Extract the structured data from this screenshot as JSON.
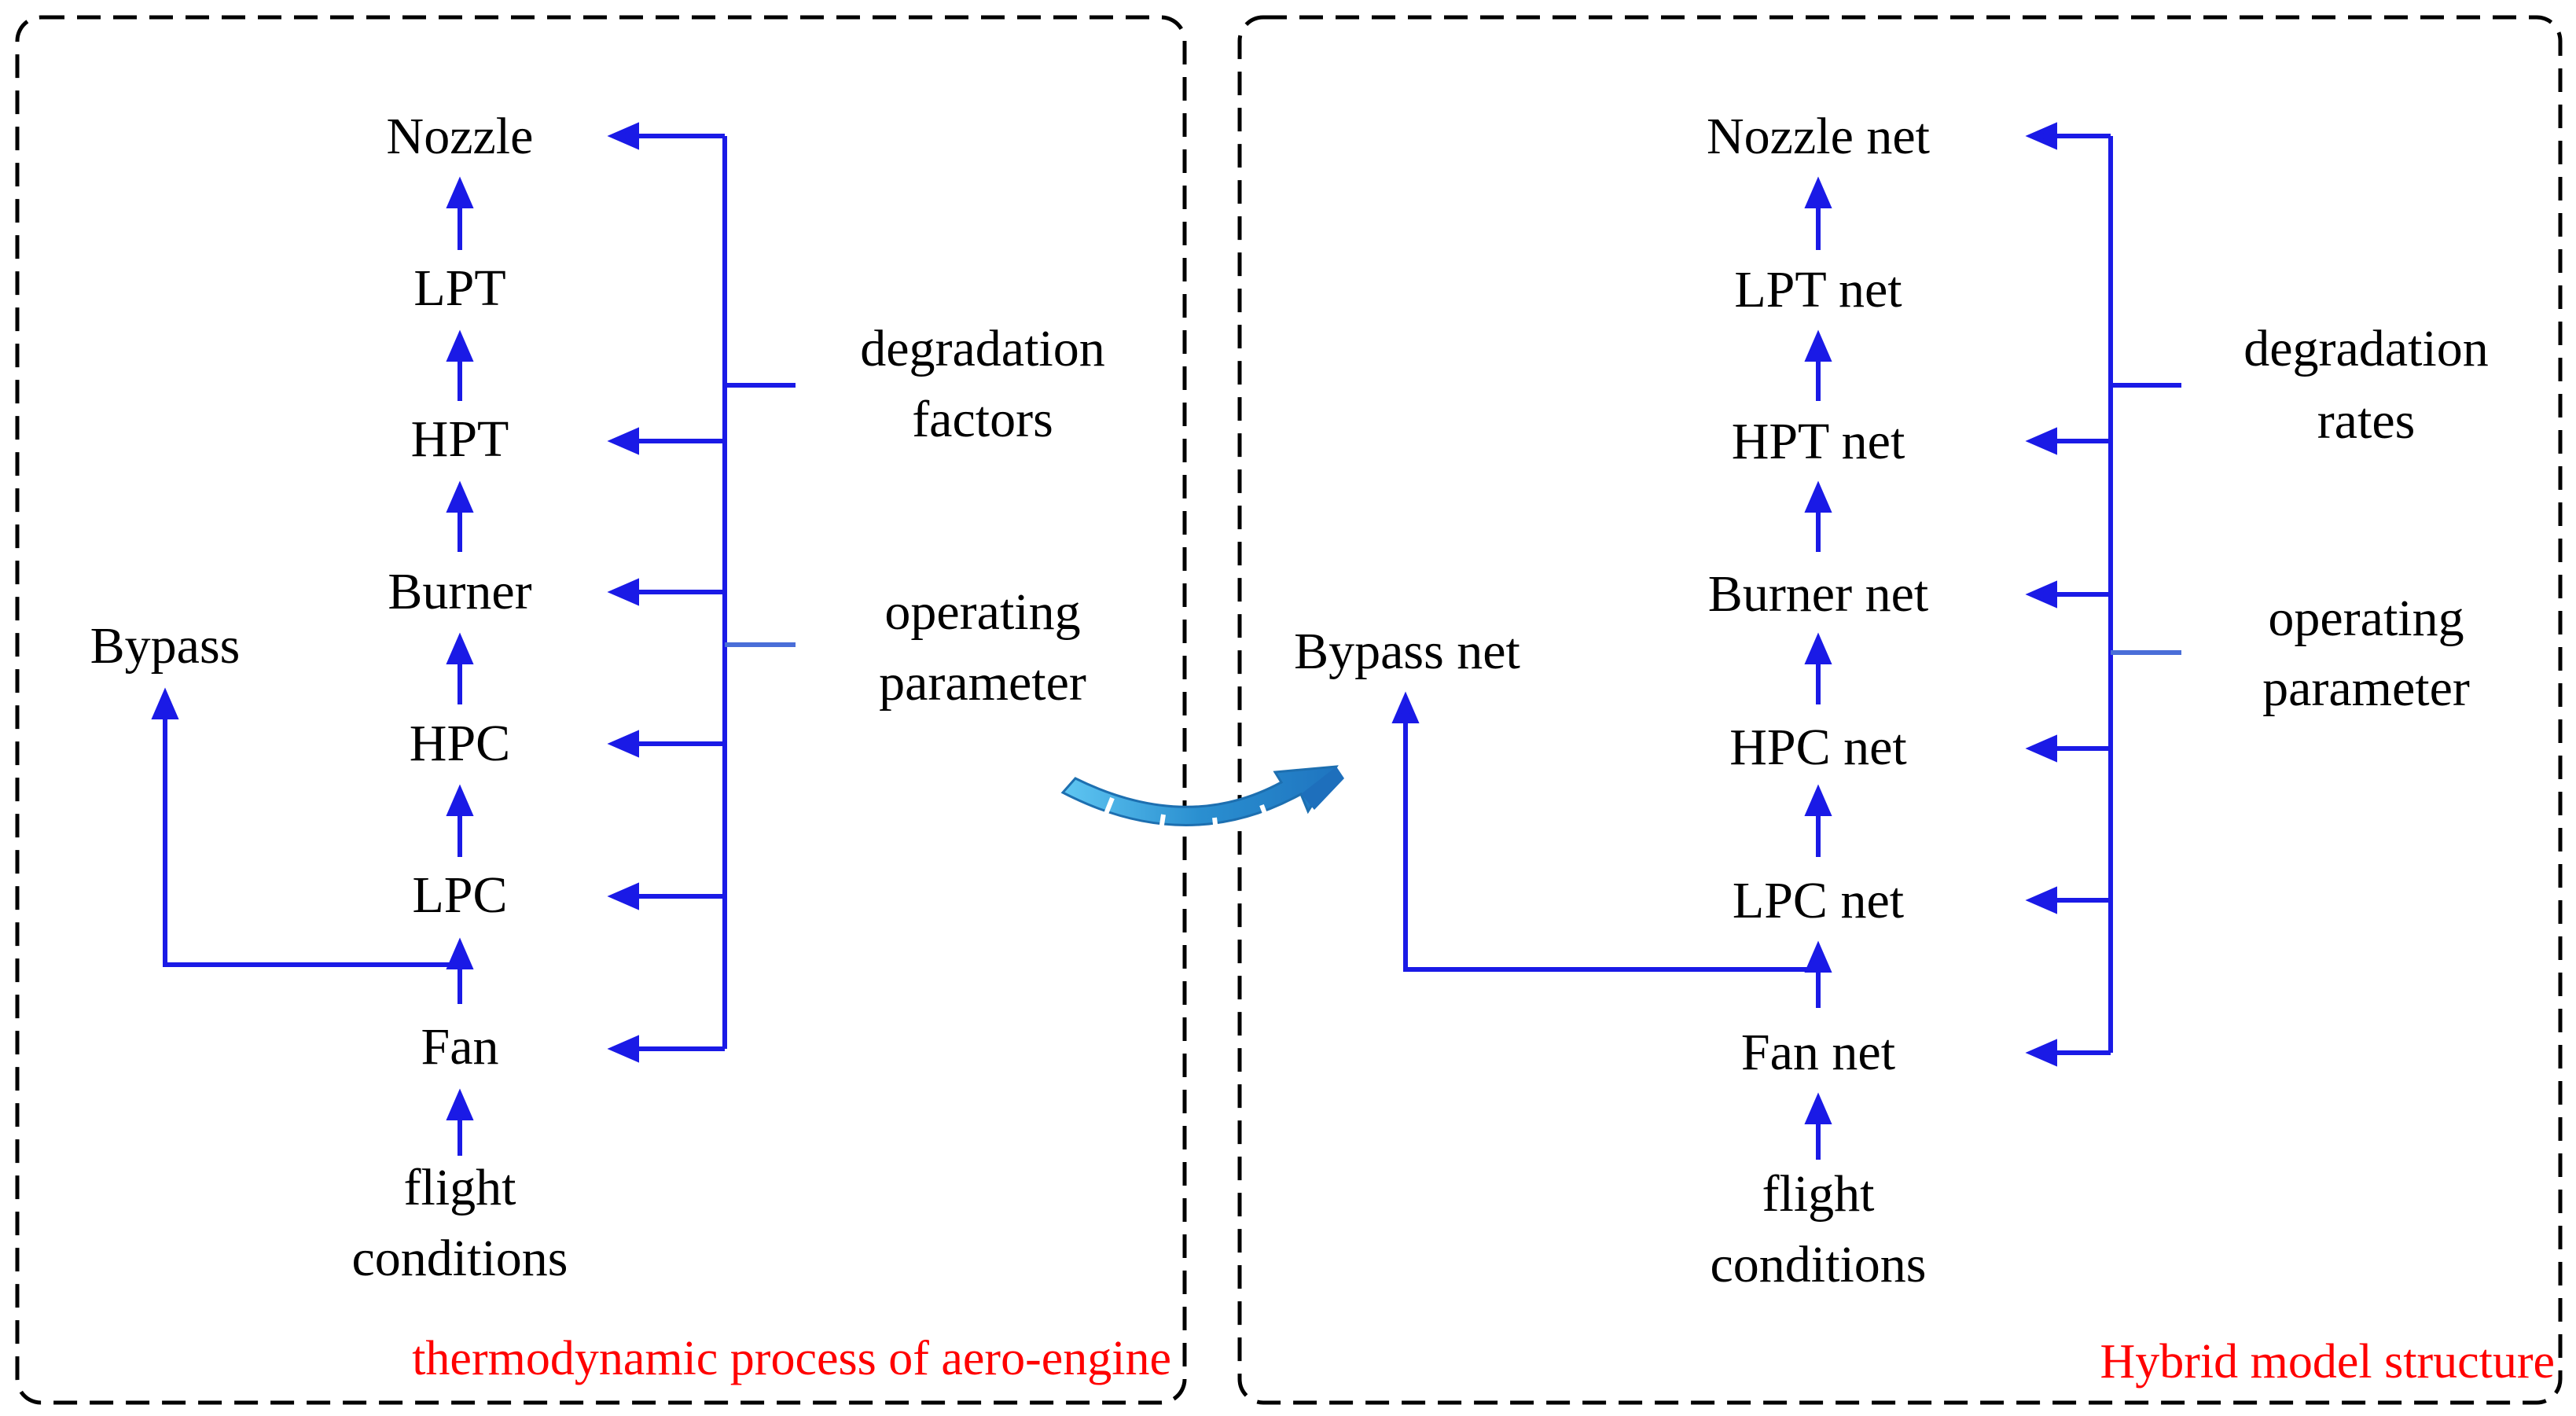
{
  "left_panel": {
    "caption": "thermodynamic process of aero-engine",
    "stages": [
      "Nozzle",
      "LPT",
      "HPT",
      "Burner",
      "HPC",
      "LPC",
      "Fan"
    ],
    "input_lines": [
      "flight",
      "conditions"
    ],
    "bypass": "Bypass",
    "side_label_1": [
      "degradation",
      "factors"
    ],
    "side_label_2": [
      "operating",
      "parameter"
    ]
  },
  "right_panel": {
    "caption": "Hybrid model structure",
    "stages": [
      "Nozzle net",
      "LPT net",
      "HPT net",
      "Burner net",
      "HPC net",
      "LPC net",
      "Fan net"
    ],
    "input_lines": [
      "flight",
      "conditions"
    ],
    "bypass": "Bypass net",
    "side_label_1": [
      "degradation",
      "rates"
    ],
    "side_label_2": [
      "operating",
      "parameter"
    ]
  },
  "colors": {
    "arrow": "#1a1ae6",
    "caption": "#ff0000",
    "text": "#000000",
    "border": "#000000",
    "transition_arrow": "#2f9fd8"
  },
  "icons": {
    "transition": "curved-arrow-icon"
  }
}
